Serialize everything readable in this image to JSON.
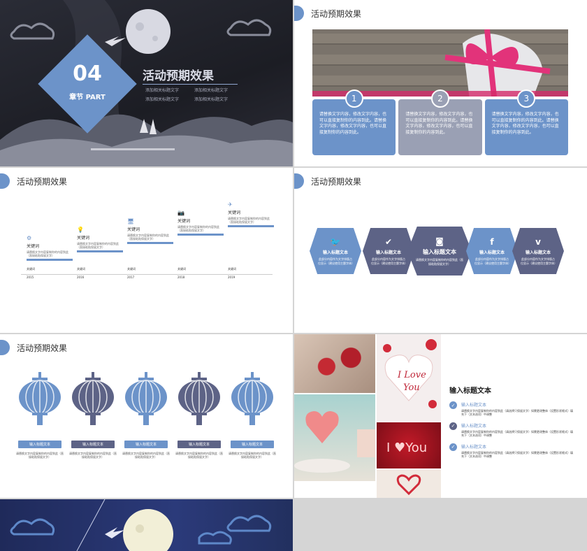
{
  "slide1": {
    "num": "04",
    "chapter": "章节 PART",
    "title": "活动预期效果",
    "subs": [
      "添加相关标题文字",
      "添加相关标题文字",
      "添加相关标题文字",
      "添加相关标题文字"
    ]
  },
  "slide2": {
    "title": "活动预期效果",
    "cards": [
      {
        "num": "1",
        "text": "请替换文字内容，修改文字内容，也可以直接复制你的内容到此。请替换文字内容，修改文字内容，也可以直接复制你的内容到此。"
      },
      {
        "num": "2",
        "text": "请替换文字内容，修改文字内容，也可以直接复制你的内容到此。请替换文字内容，修改文字内容，也可以直接复制你的内容到此。"
      },
      {
        "num": "3",
        "text": "请替换文字内容，修改文字内容，也可以直接复制你的内容到此。请替换文字内容，修改文字内容，也可以直接复制你的内容到此。"
      }
    ]
  },
  "slide3": {
    "title": "活动预期效果",
    "steps": [
      {
        "kw": "关键词",
        "text": "请替换文字内容复制你的内容到此（直接粘贴保留文字）",
        "year": "2015",
        "ylabel": "关键词"
      },
      {
        "kw": "关键词",
        "text": "请替换文字内容复制你的内容到此（直接粘贴保留文字）",
        "year": "2016",
        "ylabel": "关键词"
      },
      {
        "kw": "关键词",
        "text": "请替换文字内容复制你的内容到此（直接粘贴保留文字）",
        "year": "2017",
        "ylabel": "关键词"
      },
      {
        "kw": "关键词",
        "text": "请替换文字内容复制你的内容到此（直接粘贴保留文字）",
        "year": "2018",
        "ylabel": "关键词"
      },
      {
        "kw": "关键词",
        "text": "请替换文字内容复制你的内容到此（直接粘贴保留文字）",
        "year": "2019",
        "ylabel": "关键词"
      }
    ]
  },
  "slide4": {
    "title": "活动预期效果",
    "arrows": [
      {
        "icon": "twitter-icon",
        "glyph": "🐦",
        "label": "输入标题文本",
        "text": "此部分内容作为文字排版占位显示（建议使用主题字体）",
        "color": "#6c93c9"
      },
      {
        "icon": "check-icon",
        "glyph": "✔",
        "label": "输入标题文本",
        "text": "此部分内容作为文字排版占位显示（建议使用主题字体）",
        "color": "#5d6386"
      },
      {
        "icon": "instagram-icon",
        "glyph": "◙",
        "label": "输入标题文本",
        "text": "请替换文字内容复制你的内容到此（直接粘贴保留文字）",
        "color": "#5d6386"
      },
      {
        "icon": "facebook-icon",
        "glyph": "f",
        "label": "输入标题文本",
        "text": "此部分内容作为文字排版占位显示（建议使用主题字体）",
        "color": "#6c93c9"
      },
      {
        "icon": "vimeo-icon",
        "glyph": "v",
        "label": "输入标题文本",
        "text": "此部分内容作为文字排版占位显示（建议使用主题字体）",
        "color": "#5d6386"
      }
    ]
  },
  "slide5": {
    "title": "活动预期效果",
    "lanterns": [
      {
        "label": "输入标题文本",
        "text": "请替换文字内容复制你的内容到此（直接粘贴保留文字）",
        "color": "#6c93c9"
      },
      {
        "label": "输入标题文本",
        "text": "请替换文字内容复制你的内容到此（直接粘贴保留文字）",
        "color": "#5d6386"
      },
      {
        "label": "输入标题文本",
        "text": "请替换文字内容复制你的内容到此（直接粘贴保留文字）",
        "color": "#6c93c9"
      },
      {
        "label": "输入标题文本",
        "text": "请替换文字内容复制你的内容到此（直接粘贴保留文字）",
        "color": "#5d6386"
      },
      {
        "label": "输入标题文本",
        "text": "请替换文字内容复制你的内容到此（直接粘贴保留文字）",
        "color": "#6c93c9"
      }
    ]
  },
  "slide6": {
    "title": "输入标题文本",
    "items": [
      {
        "head": "输入标题文本",
        "text": "请替换文字内容复制你的内容到此（请选择只保留文字）如需更改整体（设置形状格式）填充下（文本选项）中调整"
      },
      {
        "head": "输入标题文本",
        "text": "请替换文字内容复制你的内容到此（请选择只保留文字）如需更改整体（设置形状格式）填充下（文本选项）中调整"
      },
      {
        "head": "输入标题文本",
        "text": "请替换文字内容复制你的内容到此（请选择只保留文字）如需更改整体（设置形状格式）填充下（文本选项）中调整"
      }
    ]
  },
  "colors": {
    "blue": "#6c93c9",
    "slate": "#5d6386",
    "gray": "#9aa0b4"
  }
}
